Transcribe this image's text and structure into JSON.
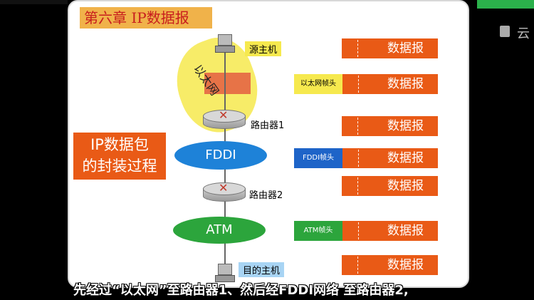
{
  "slide": {
    "title": "第六章 IP数据报",
    "logo_text": "云",
    "ip_box_line1": "IP数据包",
    "ip_box_line2": "的封装过程"
  },
  "network": {
    "source_host": "源主机",
    "ethernet": "以太网",
    "router1": "路由器1",
    "fddi": "FDDI",
    "router2": "路由器2",
    "atm": "ATM",
    "dest_host": "目的主机"
  },
  "packets": [
    {
      "header": "",
      "payload": "数据报"
    },
    {
      "header": "以太网帧头",
      "payload": "数据报"
    },
    {
      "header": "",
      "payload": "数据报"
    },
    {
      "header": "FDDI帧头",
      "payload": "数据报"
    },
    {
      "header": "",
      "payload": "数据报"
    },
    {
      "header": "ATM帧头",
      "payload": "数据报"
    },
    {
      "header": "",
      "payload": "数据报"
    }
  ],
  "subtitle": "先经过“以太网”至路由器1、然后经FDDI网络 至路由器2,",
  "colors": {
    "packet": "#e95a16",
    "fddi": "#1e82d8",
    "atm": "#2ca53c",
    "title_bg": "#f0b24a"
  }
}
